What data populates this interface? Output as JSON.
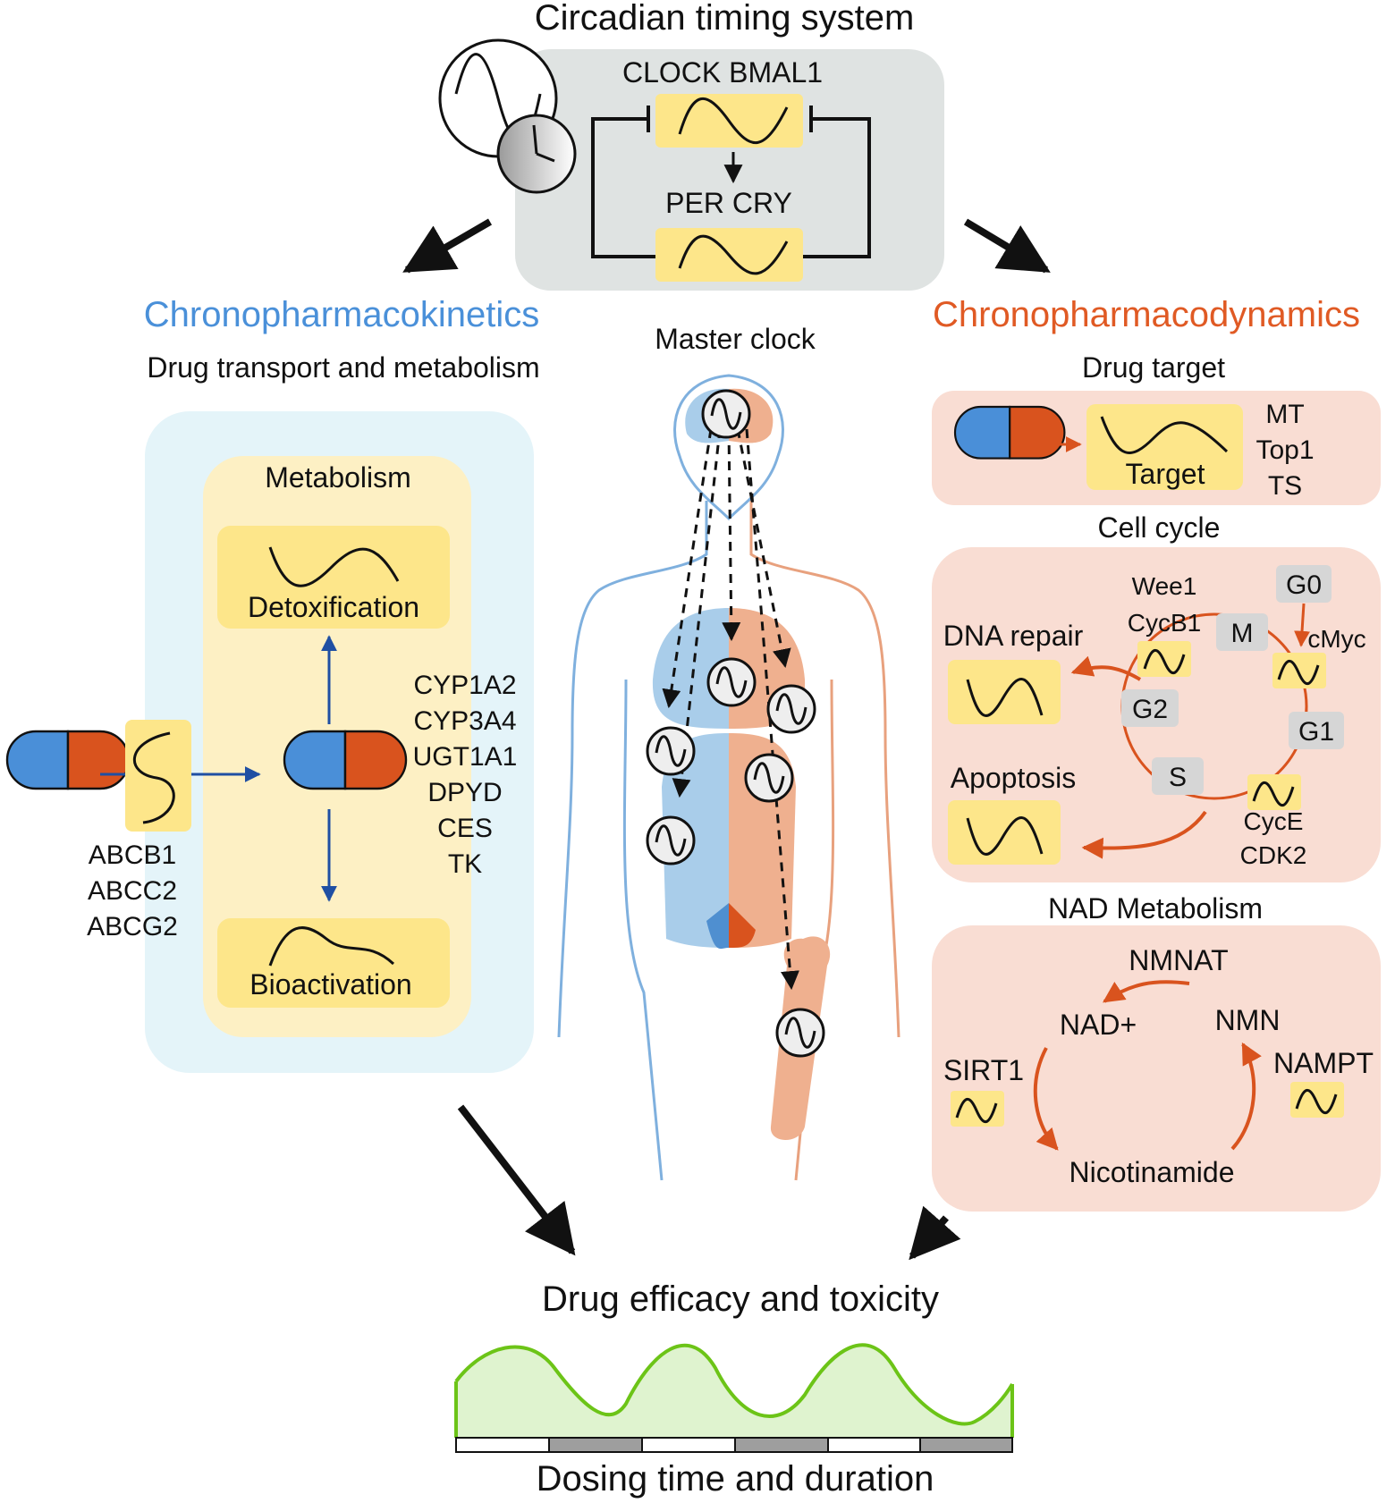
{
  "top": {
    "title": "Circadian timing system",
    "clock_bmal1": "CLOCK BMAL1",
    "per_cry": "PER CRY"
  },
  "left": {
    "heading": "Chronopharmacokinetics",
    "subheading": "Drug transport and metabolism",
    "metabolism": "Metabolism",
    "detox": "Detoxification",
    "bioact": "Bioactivation",
    "transporters": [
      "ABCB1",
      "ABCC2",
      "ABCG2"
    ],
    "enzymes": [
      "CYP1A2",
      "CYP3A4",
      "UGT1A1",
      "DPYD",
      "CES",
      "TK"
    ]
  },
  "center": {
    "master_clock": "Master clock"
  },
  "right": {
    "heading": "Chronopharmacodynamics",
    "drug_target_title": "Drug target",
    "target": "Target",
    "targets": [
      "MT",
      "Top1",
      "TS"
    ],
    "cell_cycle_title": "Cell cycle",
    "dna_repair": "DNA repair",
    "apoptosis": "Apoptosis",
    "wee1": "Wee1",
    "cycb1": "CycB1",
    "cmyc": "cMyc",
    "cyce": "CycE",
    "cdk2": "CDK2",
    "phases": {
      "g0": "G0",
      "m": "M",
      "g1": "G1",
      "s": "S",
      "g2": "G2"
    },
    "nad_title": "NAD Metabolism",
    "nmnat": "NMNAT",
    "nad_plus": "NAD+",
    "nmn": "NMN",
    "nampt": "NAMPT",
    "sirt1": "SIRT1",
    "nicotinamide": "Nicotinamide"
  },
  "bottom": {
    "efficacy": "Drug efficacy and toxicity",
    "dosing": "Dosing time and duration"
  },
  "colors": {
    "blue_text": "#4a90d9",
    "orange_text": "#e05a24",
    "yellow_box": "#fde68a",
    "gray_box": "#dfe3e2",
    "pink_panel": "#f9ddd3",
    "light_blue_panel": "#e4f4f9",
    "curve_green": "#6cc417"
  }
}
